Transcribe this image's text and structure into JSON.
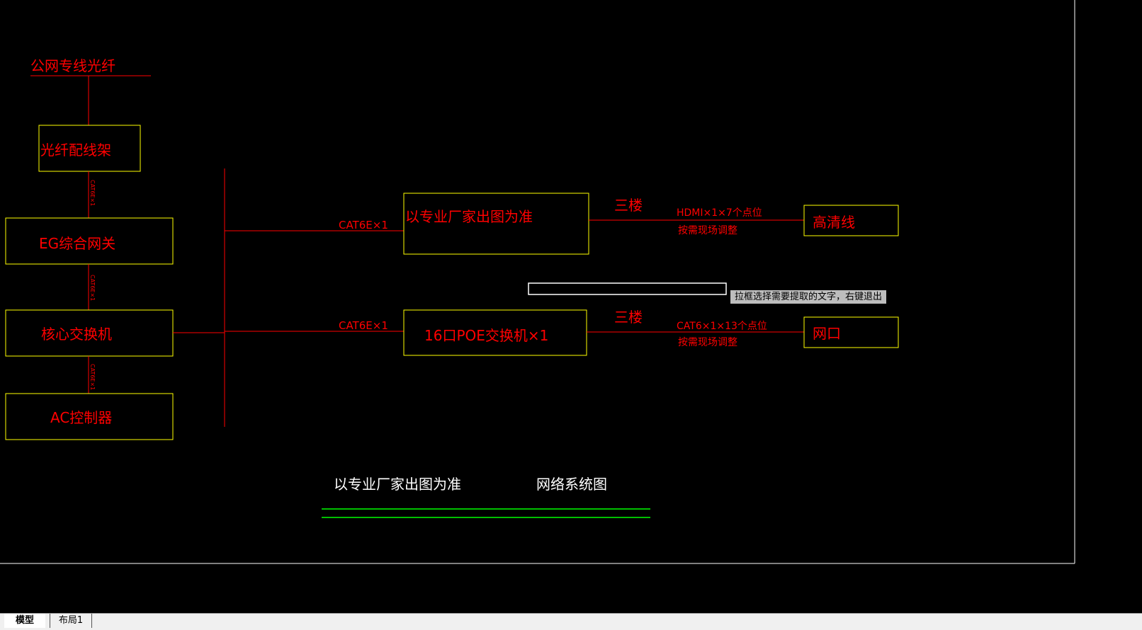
{
  "diagram": {
    "fiber_label": "公网专线光纤",
    "odf": "光纤配线架",
    "gateway": "EG综合网关",
    "core_switch": "核心交换机",
    "ac_controller": "AC控制器",
    "link_cat6e_1": "CAT6E×1",
    "link_cat6e_2": "CAT6E×1",
    "vertical_link_1": "CAT6E×1",
    "vertical_link_2": "CAT6E×1",
    "vertical_link_3": "CAT6E×1",
    "vendor_box": "以专业厂家出图为准",
    "poe_switch": "16口POE交换机×1",
    "floor_1": "三楼",
    "floor_2": "三楼",
    "hdmi_cable": "HDMI×1×7个点位",
    "adjust_1": "按需现场调整",
    "cat6_cable": "CAT6×1×13个点位",
    "adjust_2": "按需现场调整",
    "hd_cable": "高清线",
    "network_port": "网口",
    "footer_note": "以专业厂家出图为准",
    "footer_title": "网络系统图"
  },
  "tooltip": "拉框选择需要提取的文字，右键退出",
  "tabs": {
    "model": "模型",
    "layout": "布局1"
  },
  "colors": {
    "red": "#ff0000",
    "yellow": "#ffff00",
    "green": "#00ff00",
    "white": "#ffffff"
  }
}
